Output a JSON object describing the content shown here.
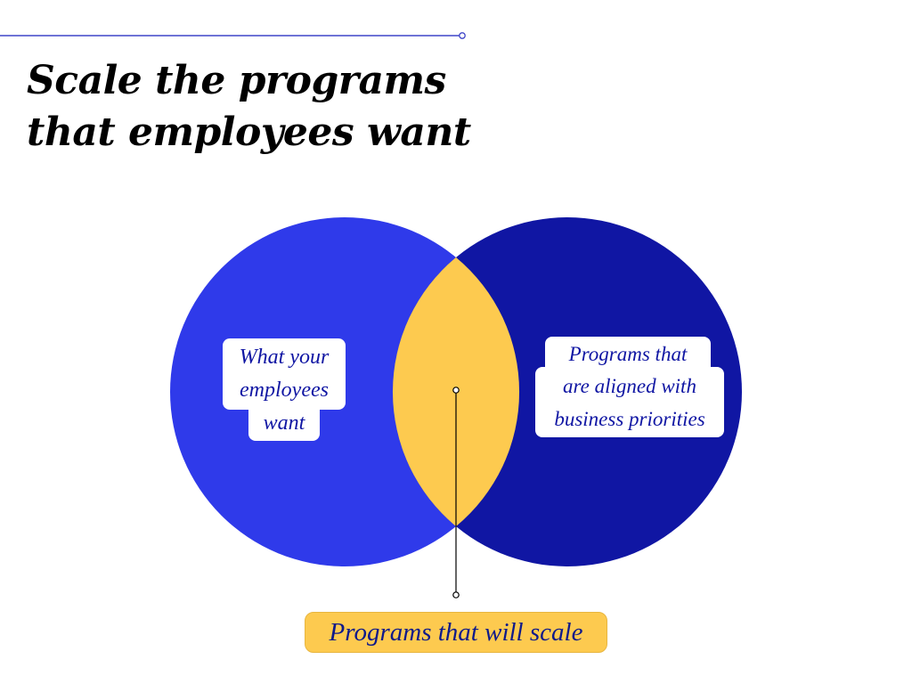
{
  "slide": {
    "title_lines": [
      "Scale the programs",
      "that employees want"
    ]
  },
  "diagram": {
    "left_circle": {
      "label_lines": [
        "What your",
        "employees",
        "want"
      ],
      "color": "#2f3aea"
    },
    "right_circle": {
      "label_lines": [
        "Programs that",
        "are aligned with",
        "business priorities"
      ],
      "color": "#1016a3"
    },
    "overlap": {
      "color": "#fdca4f",
      "callout_label": "Programs that will scale"
    },
    "label_text_color": "#1016a3",
    "accent_line_color": "#3f45c8"
  }
}
